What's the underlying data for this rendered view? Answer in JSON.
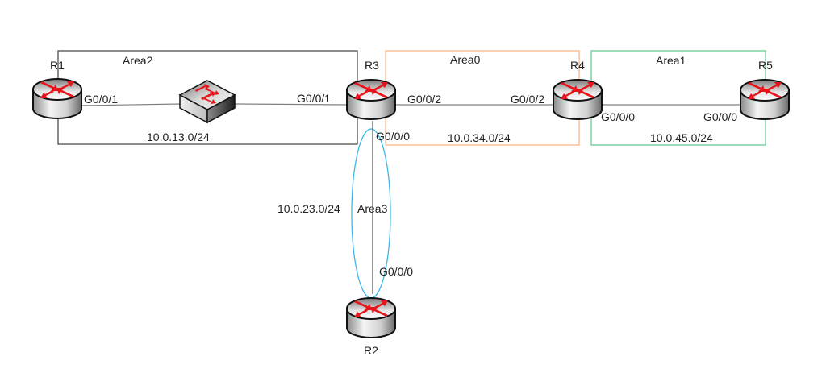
{
  "diagram": {
    "areas": [
      {
        "id": "area2",
        "label": "Area2",
        "color": "#404040"
      },
      {
        "id": "area0",
        "label": "Area0",
        "color": "#f4b183"
      },
      {
        "id": "area1",
        "label": "Area1",
        "color": "#5ac88a"
      },
      {
        "id": "area3",
        "label": "Area3",
        "color": "#3bb7e8"
      }
    ],
    "routers": [
      {
        "id": "r1",
        "label": "R1"
      },
      {
        "id": "r2",
        "label": "R2"
      },
      {
        "id": "r3",
        "label": "R3"
      },
      {
        "id": "r4",
        "label": "R4"
      },
      {
        "id": "r5",
        "label": "R5"
      }
    ],
    "switches": [
      {
        "id": "sw1",
        "label": ""
      }
    ],
    "links": [
      {
        "id": "r1-sw-r3",
        "subnet": "10.0.13.0/24",
        "ends": [
          {
            "node": "R1",
            "iface": "G0/0/1"
          },
          {
            "node": "R3",
            "iface": "G0/0/1"
          }
        ]
      },
      {
        "id": "r3-r4",
        "subnet": "10.0.34.0/24",
        "ends": [
          {
            "node": "R3",
            "iface": "G0/0/2"
          },
          {
            "node": "R4",
            "iface": "G0/0/2"
          }
        ]
      },
      {
        "id": "r4-r5",
        "subnet": "10.0.45.0/24",
        "ends": [
          {
            "node": "R4",
            "iface": "G0/0/0"
          },
          {
            "node": "R5",
            "iface": "G0/0/0"
          }
        ]
      },
      {
        "id": "r3-r2",
        "subnet": "10.0.23.0/24",
        "ends": [
          {
            "node": "R3",
            "iface": "G0/0/0"
          },
          {
            "node": "R2",
            "iface": "G0/0/0"
          }
        ]
      }
    ],
    "colors": {
      "link": "#808080",
      "router_arrow": "#e8141b",
      "text": "#222222"
    }
  }
}
